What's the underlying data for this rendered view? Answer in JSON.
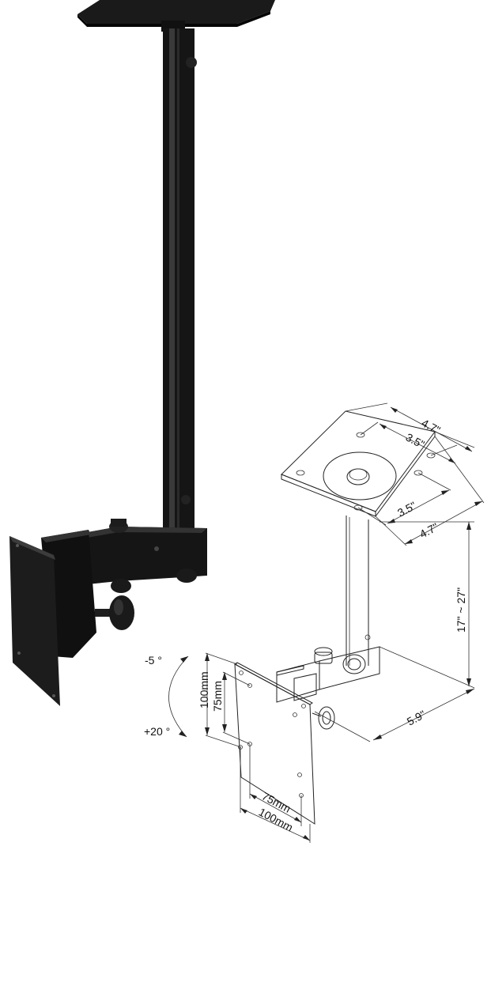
{
  "diagram": {
    "photo": {
      "name": "ceiling-monitor-mount-photo"
    },
    "line_drawing": {
      "ceiling_plate_outer": "4.7\"",
      "ceiling_plate_inner": "3.5\"",
      "ceiling_plate_inner_depth": "3.5\"",
      "ceiling_plate_outer_depth": "4.7\"",
      "pole_height": "17\" ~ 27\"",
      "arm_reach": "5.9\"",
      "tilt_up": "-5 °",
      "tilt_down": "+20 °",
      "vesa_vertical_large": "100mm",
      "vesa_vertical_small": "75mm",
      "vesa_horizontal_small": "75mm",
      "vesa_horizontal_large": "100mm"
    }
  }
}
